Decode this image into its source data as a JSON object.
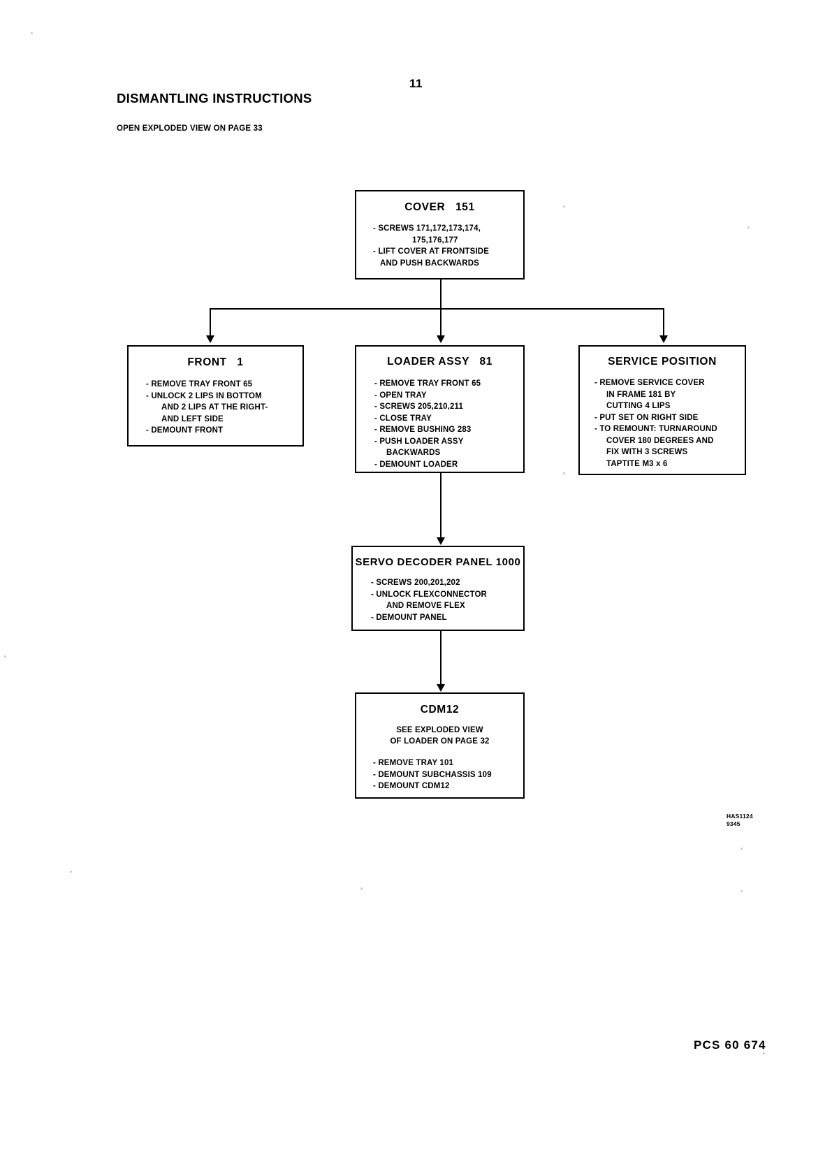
{
  "document": {
    "page_number": "11",
    "title": "DISMANTLING INSTRUCTIONS",
    "subtitle": "OPEN EXPLODED VIEW ON PAGE 33",
    "revision_code_line1": "HAS1124",
    "revision_code_line2": "9345",
    "footer_code": "PCS 60  674"
  },
  "flowchart": {
    "type": "tree-diagram",
    "nodes": [
      {
        "id": "cover",
        "title": "COVER   151",
        "steps": [
          "- SCREWS 171,172,173,174,",
          "175,176,177",
          "- LIFT COVER AT FRONTSIDE",
          "AND PUSH BACKWARDS"
        ]
      },
      {
        "id": "front",
        "title": "FRONT   1",
        "steps": [
          "- REMOVE TRAY FRONT 65",
          "- UNLOCK 2 LIPS IN BOTTOM",
          "AND 2 LIPS AT THE RIGHT-",
          "AND LEFT SIDE",
          "- DEMOUNT FRONT"
        ]
      },
      {
        "id": "loader",
        "title": "LOADER ASSY   81",
        "steps": [
          "- REMOVE TRAY FRONT 65",
          "- OPEN TRAY",
          "- SCREWS 205,210,211",
          "- CLOSE TRAY",
          "- REMOVE BUSHING 283",
          "- PUSH LOADER ASSY",
          "BACKWARDS",
          "- DEMOUNT LOADER"
        ]
      },
      {
        "id": "service",
        "title": "SERVICE POSITION",
        "steps": [
          "- REMOVE SERVICE COVER",
          "IN FRAME 181 BY",
          "CUTTING 4 LIPS",
          "- PUT SET ON RIGHT SIDE",
          "- TO REMOUNT: TURNAROUND",
          "COVER 180 DEGREES AND",
          "FIX WITH 3 SCREWS",
          "TAPTITE M3 x 6"
        ]
      },
      {
        "id": "servo",
        "title": "SERVO DECODER PANEL 1000",
        "steps": [
          "- SCREWS 200,201,202",
          "- UNLOCK FLEXCONNECTOR",
          "AND REMOVE FLEX",
          "- DEMOUNT PANEL"
        ]
      },
      {
        "id": "cdm12",
        "title": "CDM12",
        "note": "SEE EXPLODED VIEW\nOF LOADER ON PAGE 32",
        "steps": [
          "- REMOVE TRAY 101",
          "- DEMOUNT SUBCHASSIS 109",
          "- DEMOUNT CDM12"
        ]
      }
    ],
    "edges": [
      {
        "from": "cover",
        "to": "front"
      },
      {
        "from": "cover",
        "to": "loader"
      },
      {
        "from": "cover",
        "to": "service"
      },
      {
        "from": "loader",
        "to": "servo"
      },
      {
        "from": "servo",
        "to": "cdm12"
      }
    ]
  }
}
